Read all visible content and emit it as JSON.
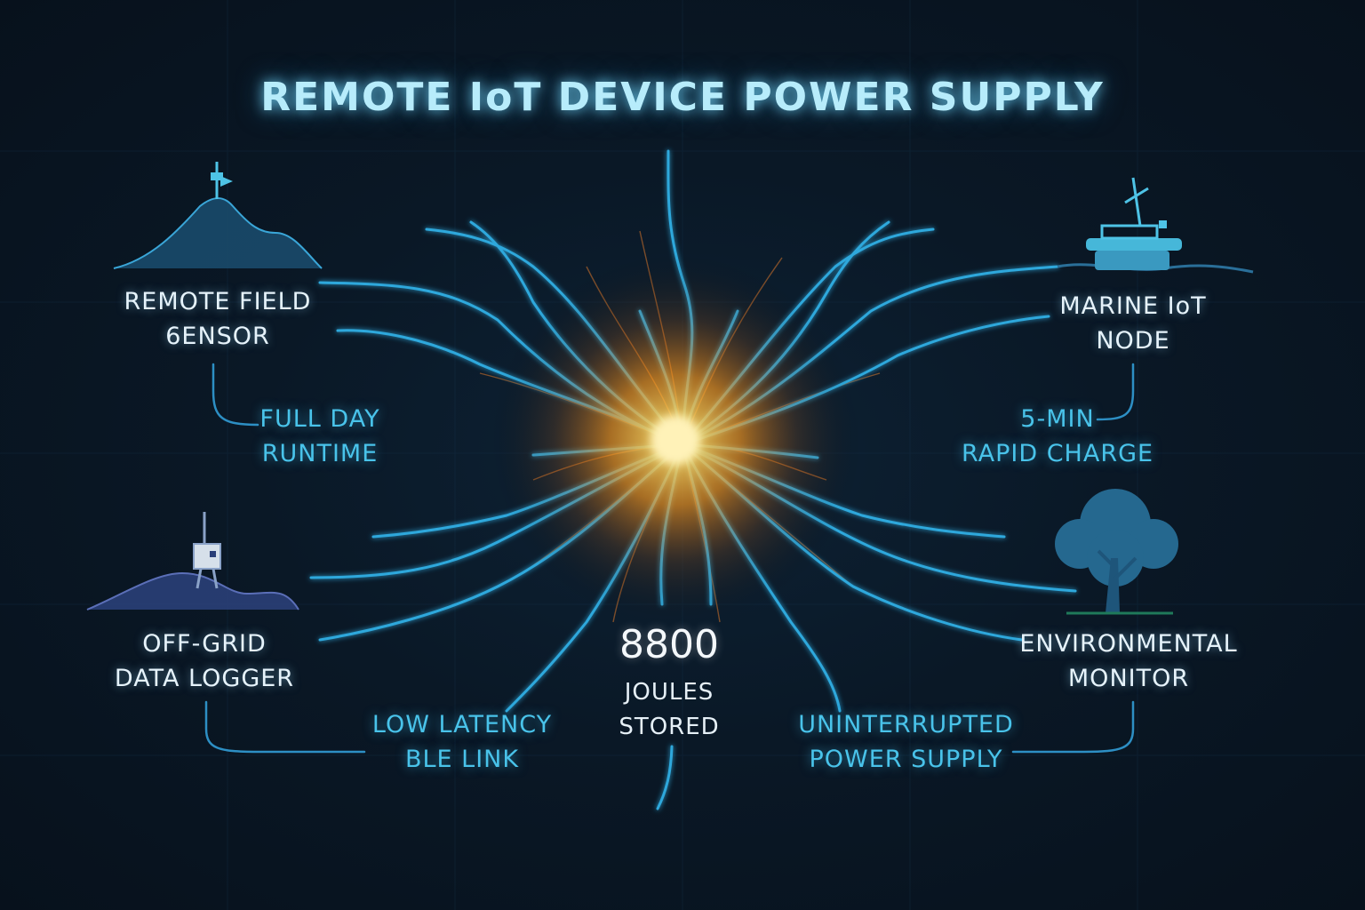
{
  "title": "REMOTE IoT DEVICE POWER SUPPLY",
  "center": {
    "value": "8800",
    "unit_line1": "JOULES",
    "unit_line2": "STORED"
  },
  "nodes": {
    "remote_field_sensor": {
      "line1": "REMOTE FIELD",
      "line2": "6ENSOR"
    },
    "marine_iot_node": {
      "line1": "MARINE IoT",
      "line2": "NODE"
    },
    "off_grid_data_logger": {
      "line1": "OFF-GRID",
      "line2": "DATA LOGGER"
    },
    "environmental_monitor": {
      "line1": "ENVIRONMENTAL",
      "line2": "MONITOR"
    }
  },
  "features": {
    "full_day_runtime": {
      "line1": "FULL DAY",
      "line2": "RUNTIME"
    },
    "rapid_charge": {
      "line1": "5-MIN",
      "line2": "RAPID CHARGE"
    },
    "ble_link": {
      "line1": "LOW LATENCY",
      "line2": "BLE LINK"
    },
    "ups": {
      "line1": "UNINTERRUPTED",
      "line2": "POWER SUPPLY"
    }
  },
  "colors": {
    "background": "#0a1826",
    "line_blue": "#2fa8dc",
    "core_orange": "#ffb23a",
    "label_white": "#e6f3fb",
    "label_cyan": "#49c3ea",
    "icon_blue": "#2d6f9c"
  },
  "icons": [
    "mountain-antenna-icon",
    "marine-buoy-icon",
    "data-logger-icon",
    "tree-icon"
  ]
}
